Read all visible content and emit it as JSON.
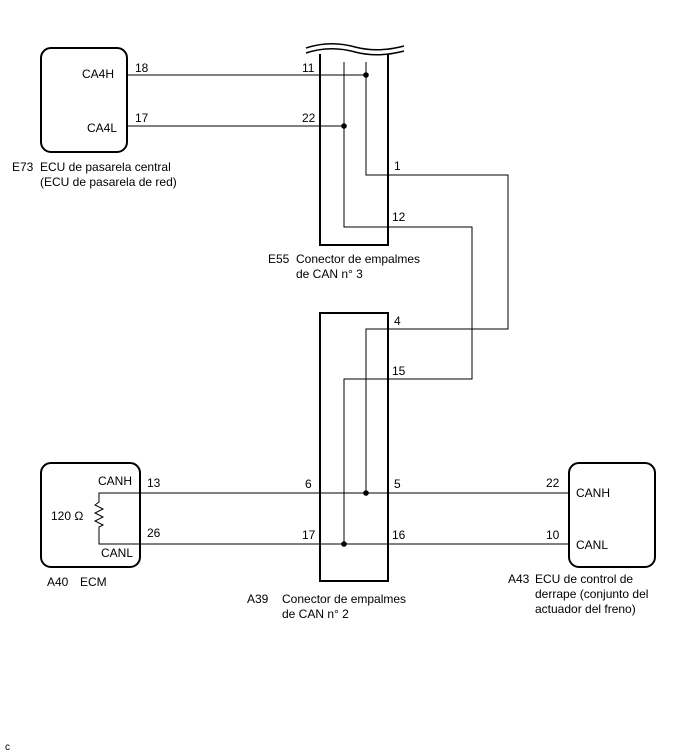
{
  "components": {
    "e73": {
      "code": "E73",
      "name_line1": "ECU de pasarela central",
      "name_line2": "(ECU de pasarela de red)",
      "pins": [
        {
          "signal": "CA4H",
          "number": "18"
        },
        {
          "signal": "CA4L",
          "number": "17"
        }
      ]
    },
    "e55": {
      "code": "E55",
      "name_line1": "Conector de empalmes",
      "name_line2": "de CAN n° 3",
      "pins_left": [
        "11",
        "22"
      ],
      "pins_right": [
        "1",
        "12"
      ]
    },
    "a39": {
      "code": "A39",
      "name_line1": "Conector de empalmes",
      "name_line2": "de CAN n° 2",
      "pins_top_right": [
        "4",
        "15"
      ],
      "pins_left": [
        "6",
        "17"
      ],
      "pins_right": [
        "5",
        "16"
      ]
    },
    "a40": {
      "code": "A40",
      "name": "ECM",
      "resistor": "120 Ω",
      "pins": [
        {
          "signal": "CANH",
          "number": "13"
        },
        {
          "signal": "CANL",
          "number": "26"
        }
      ]
    },
    "a43": {
      "code": "A43",
      "name_line1": "ECU de control de",
      "name_line2": "derrape (conjunto del",
      "name_line3": "actuador del freno)",
      "pins": [
        {
          "signal": "CANH",
          "number": "22"
        },
        {
          "signal": "CANL",
          "number": "10"
        }
      ]
    }
  },
  "footer_code": "c"
}
